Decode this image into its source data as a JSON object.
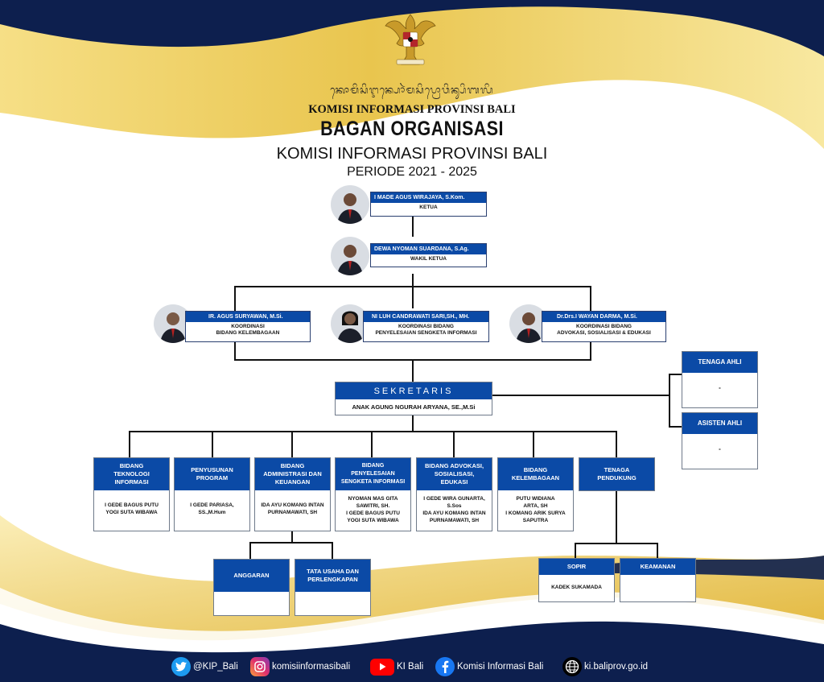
{
  "header": {
    "balinese_script": "ᬓᭀᬫᬶᬲᬶᬇᬦ᭄ᬧᭀᬃᬫᬲᬶᬧ᭄ᬭᭀᬯᬶᬦ᭄ᬲᬶᬩᬮᬶ",
    "org_name_top": "KOMISI INFORMASI PROVINSI BALI",
    "title": "BAGAN ORGANISASI",
    "org_name": "KOMISI INFORMASI PROVINSI BALI",
    "period": "PERIODE 2021 - 2025"
  },
  "leaders": {
    "ketua": {
      "name": "I MADE AGUS WIRAJAYA, S.Kom.",
      "role": "KETUA"
    },
    "wakil": {
      "name": "DEWA NYOMAN SUARDANA, S.Ag.",
      "role": "WAKIL KETUA"
    },
    "koord1": {
      "name": "IR. AGUS SURYAWAN, M.Si.",
      "role": "KOORDINASI\nBIDANG KELEMBAGAAN"
    },
    "koord2": {
      "name": "NI LUH CANDRAWATI SARI,SH., MH.",
      "role": "KOORDINASI BIDANG\nPENYELESAIAN SENGKETA INFORMASI"
    },
    "koord3": {
      "name": "Dr.Drs.I WAYAN DARMA, M.Si.",
      "role": "KOORDINASI BIDANG\nADVOKASI, SOSIALISASI & EDUKASI"
    }
  },
  "sekretaris": {
    "title": "SEKRETARIS",
    "name": "ANAK AGUNG NGURAH ARYANA, SE.,M.Si"
  },
  "side": {
    "tenaga_ahli": {
      "title": "TENAGA AHLI",
      "value": "-"
    },
    "asisten_ahli": {
      "title": "ASISTEN AHLI",
      "value": "-"
    }
  },
  "bidang": [
    {
      "title": "BIDANG\nTEKNOLOGI\nINFORMASI",
      "person": "I GEDE BAGUS PUTU\nYOGI SUTA WIBAWA"
    },
    {
      "title": "PENYUSUNAN\nPROGRAM",
      "person": "I GEDE PARIASA,\nSS.,M.Hum"
    },
    {
      "title": "BIDANG\nADMINISTRASI DAN\nKEUANGAN",
      "person": "IDA AYU KOMANG INTAN\nPURNAMAWATI, SH"
    },
    {
      "title": "BIDANG\nPENYELESAIAN\nSENGKETA INFORMASI",
      "person": "NYOMAN MAS GITA\nSAWITRI, SH.\nI GEDE BAGUS PUTU\nYOGI SUTA WIBAWA"
    },
    {
      "title": "BIDANG ADVOKASI,\nSOSIALISASI,\nEDUKASI",
      "person": "I GEDE WIRA GUNARTA,\nS.Sos\nIDA AYU KOMANG INTAN\nPURNAMAWATI, SH"
    },
    {
      "title": "BIDANG\nKELEMBAGAAN",
      "person": "PUTU WIDIANA\nARTA, SH\nI KOMANG ARIK SURYA\nSAPUTRA"
    },
    {
      "title": "TENAGA\nPENDUKUNG",
      "person": ""
    }
  ],
  "sub_admin": [
    {
      "title": "ANGGARAN",
      "person": ""
    },
    {
      "title": "TATA USAHA DAN\nPERLENGKAPAN",
      "person": ""
    }
  ],
  "sub_pendukung": [
    {
      "title": "SOPIR",
      "person": "KADEK SUKAMADA"
    },
    {
      "title": "KEAMANAN",
      "person": ""
    }
  ],
  "footer": {
    "twitter": "@KIP_Bali",
    "instagram": "komisiinformasibali",
    "youtube": "KI Bali",
    "facebook": "Komisi Informasi Bali",
    "website": "ki.baliprov.go.id"
  },
  "colors": {
    "navy": "#0d1f4e",
    "gold": "#f2d35a",
    "box_blue": "#0b4aa6"
  }
}
